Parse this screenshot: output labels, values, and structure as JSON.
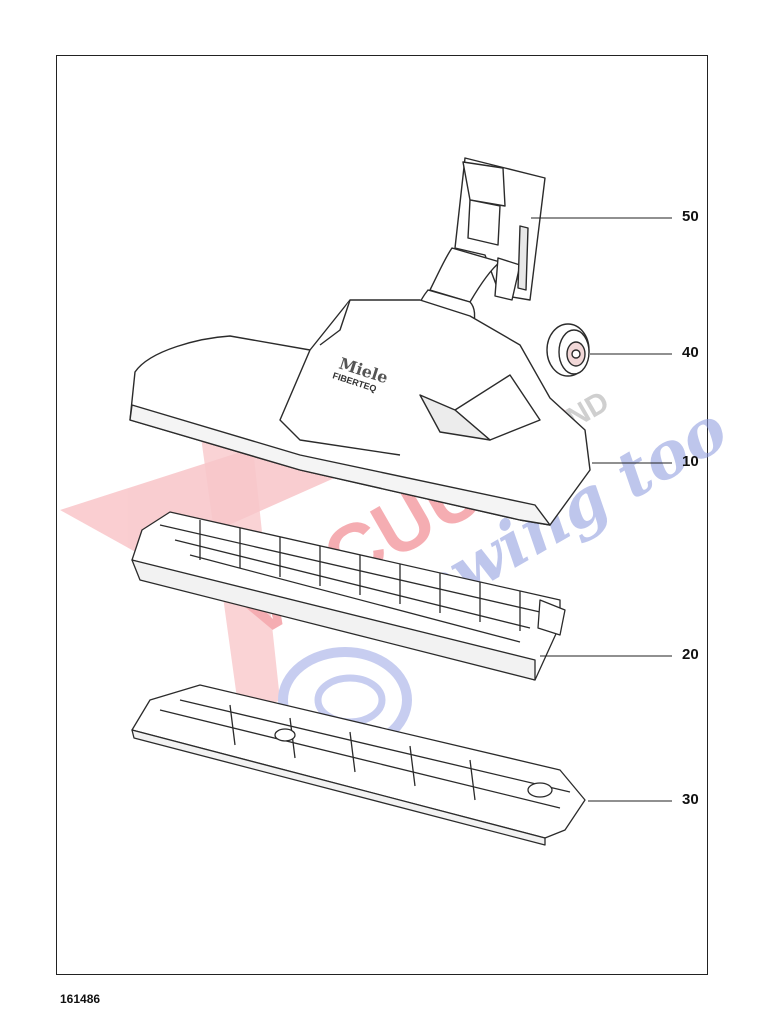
{
  "drawing_number": "161486",
  "watermark": {
    "brand_main": "VACUUMS",
    "brand_r": "R",
    "brand_and": "AND",
    "brand_script": "Sewing too"
  },
  "logo_text": {
    "brand": "Miele",
    "model": "FIBERTEQ"
  },
  "colors": {
    "line": "#2b2b2b",
    "watermark_red": "#e8404a",
    "watermark_blue": "#4f63c7",
    "watermark_grey": "#8c8c8c"
  },
  "parts": [
    {
      "id": "part-50",
      "label": "50",
      "name": "swivel-neck"
    },
    {
      "id": "part-40",
      "label": "40",
      "name": "wheel"
    },
    {
      "id": "part-10",
      "label": "10",
      "name": "housing-top"
    },
    {
      "id": "part-20",
      "label": "20",
      "name": "inner-frame"
    },
    {
      "id": "part-30",
      "label": "30",
      "name": "base-plate"
    }
  ]
}
